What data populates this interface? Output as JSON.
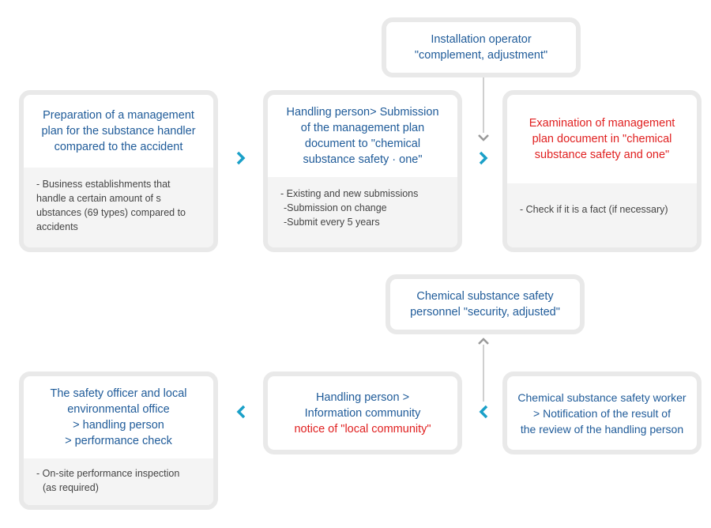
{
  "top_row": {
    "box1": {
      "title": [
        "Preparation of a management",
        "plan for the substance handler",
        "compared to the accident"
      ],
      "details": [
        "- Business establishments that",
        "handle a certain amount of s",
        "ubstances (69 types) compared to",
        "accidents"
      ]
    },
    "box2": {
      "title": [
        "Handling person> Submission",
        "of the management plan",
        "document to \"chemical",
        "substance safety · one\""
      ],
      "details": [
        "- Existing and new submissions",
        "-Submission on change",
        "-Submit every 5 years"
      ]
    },
    "box3": {
      "title": [
        "Examination of management",
        "plan document in \"chemical",
        "substance safety and one\""
      ],
      "details": [
        "- Check if it is a fact (if necessary)"
      ]
    },
    "operator": [
      "Installation operator",
      "\"complement, adjustment\""
    ]
  },
  "bottom_row": {
    "box4": {
      "title": [
        "Chemical substance safety worker",
        "> Notification of the result of",
        "the review of the handling person"
      ]
    },
    "box5": {
      "title": [
        "Handling person >",
        "Information community"
      ],
      "title_red": "notice of \"local community\""
    },
    "box6": {
      "title": [
        "The safety officer and local",
        "environmental office",
        "> handling person",
        "> performance check"
      ],
      "details": [
        "- On-site performance inspection",
        "(as required)"
      ]
    },
    "personnel": [
      "Chemical substance safety",
      "personnel \"security, adjusted\""
    ]
  },
  "colors": {
    "accent_blue": "#1f5b99",
    "highlight_red": "#e02020",
    "arrow_blue": "#1aa0c8",
    "border_gray": "#e9e9e9"
  }
}
